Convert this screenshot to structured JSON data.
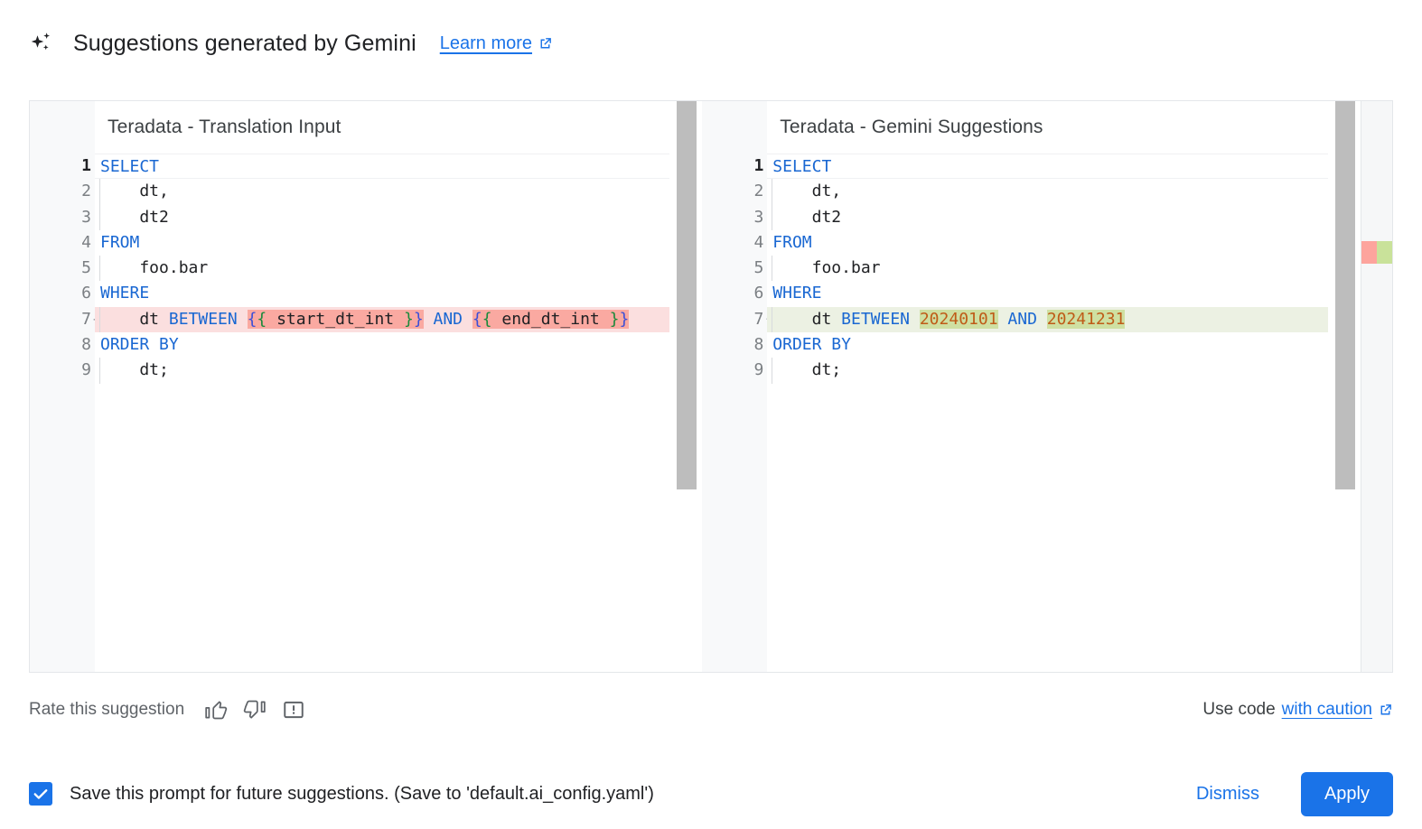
{
  "header": {
    "icon": "sparkle-icon",
    "title": "Suggestions generated by Gemini",
    "learn_more": "Learn more",
    "learn_more_icon": "external-link-icon"
  },
  "diff": {
    "left": {
      "title": "Teradata - Translation Input",
      "lines": [
        {
          "n": "1",
          "marker": "",
          "state": "normal",
          "tokens": [
            {
              "t": "SELECT",
              "c": "kw"
            }
          ]
        },
        {
          "n": "2",
          "marker": "",
          "state": "normal",
          "tokens": [
            {
              "t": "    dt,",
              "c": "plain"
            }
          ]
        },
        {
          "n": "3",
          "marker": "",
          "state": "normal",
          "tokens": [
            {
              "t": "    dt2",
              "c": "plain"
            }
          ]
        },
        {
          "n": "4",
          "marker": "",
          "state": "normal",
          "tokens": [
            {
              "t": "FROM",
              "c": "kw"
            }
          ]
        },
        {
          "n": "5",
          "marker": "",
          "state": "normal",
          "tokens": [
            {
              "t": "    foo.bar",
              "c": "plain"
            }
          ]
        },
        {
          "n": "6",
          "marker": "",
          "state": "normal",
          "tokens": [
            {
              "t": "WHERE",
              "c": "kw"
            }
          ]
        },
        {
          "n": "7",
          "marker": "–",
          "state": "del",
          "tokens": [
            {
              "t": "    dt ",
              "c": "plain"
            },
            {
              "t": "BETWEEN",
              "c": "kw"
            },
            {
              "t": " ",
              "c": "plain"
            },
            {
              "t": "{",
              "c": "brk1",
              "seg": "del"
            },
            {
              "t": "{",
              "c": "brk2",
              "seg": "del"
            },
            {
              "t": " start_dt_int ",
              "c": "plain",
              "seg": "del"
            },
            {
              "t": "}",
              "c": "brk2",
              "seg": "del"
            },
            {
              "t": "}",
              "c": "brk1",
              "seg": "del"
            },
            {
              "t": " ",
              "c": "plain"
            },
            {
              "t": "AND",
              "c": "kw"
            },
            {
              "t": " ",
              "c": "plain"
            },
            {
              "t": "{",
              "c": "brk1",
              "seg": "del"
            },
            {
              "t": "{",
              "c": "brk2",
              "seg": "del"
            },
            {
              "t": " end_dt_int ",
              "c": "plain",
              "seg": "del"
            },
            {
              "t": "}",
              "c": "brk2",
              "seg": "del"
            },
            {
              "t": "}",
              "c": "brk1",
              "seg": "del"
            }
          ]
        },
        {
          "n": "8",
          "marker": "",
          "state": "normal",
          "tokens": [
            {
              "t": "ORDER BY",
              "c": "kw"
            }
          ]
        },
        {
          "n": "9",
          "marker": "",
          "state": "normal",
          "tokens": [
            {
              "t": "    dt;",
              "c": "plain"
            }
          ]
        }
      ]
    },
    "right": {
      "title": "Teradata - Gemini Suggestions",
      "lines": [
        {
          "n": "1",
          "marker": "",
          "state": "normal",
          "tokens": [
            {
              "t": "SELECT",
              "c": "kw"
            }
          ]
        },
        {
          "n": "2",
          "marker": "",
          "state": "normal",
          "tokens": [
            {
              "t": "    dt,",
              "c": "plain"
            }
          ]
        },
        {
          "n": "3",
          "marker": "",
          "state": "normal",
          "tokens": [
            {
              "t": "    dt2",
              "c": "plain"
            }
          ]
        },
        {
          "n": "4",
          "marker": "",
          "state": "normal",
          "tokens": [
            {
              "t": "FROM",
              "c": "kw"
            }
          ]
        },
        {
          "n": "5",
          "marker": "",
          "state": "normal",
          "tokens": [
            {
              "t": "    foo.bar",
              "c": "plain"
            }
          ]
        },
        {
          "n": "6",
          "marker": "",
          "state": "normal",
          "tokens": [
            {
              "t": "WHERE",
              "c": "kw"
            }
          ]
        },
        {
          "n": "7",
          "marker": "+",
          "state": "add",
          "tokens": [
            {
              "t": "    dt ",
              "c": "plain"
            },
            {
              "t": "BETWEEN",
              "c": "kw"
            },
            {
              "t": " ",
              "c": "plain"
            },
            {
              "t": "20240101",
              "c": "num",
              "seg": "add"
            },
            {
              "t": " ",
              "c": "plain"
            },
            {
              "t": "AND",
              "c": "kw"
            },
            {
              "t": " ",
              "c": "plain"
            },
            {
              "t": "20241231",
              "c": "num",
              "seg": "add"
            }
          ]
        },
        {
          "n": "8",
          "marker": "",
          "state": "normal",
          "tokens": [
            {
              "t": "ORDER BY",
              "c": "kw"
            }
          ]
        },
        {
          "n": "9",
          "marker": "",
          "state": "normal",
          "tokens": [
            {
              "t": "    dt;",
              "c": "plain"
            }
          ]
        }
      ]
    }
  },
  "rate": {
    "label": "Rate this suggestion",
    "icons": [
      "thumb-up-icon",
      "thumb-down-icon",
      "report-icon"
    ],
    "caution_prefix": "Use code",
    "caution_link": "with caution",
    "caution_link_icon": "external-link-icon"
  },
  "footer": {
    "checkbox_checked": true,
    "checkbox_label": "Save this prompt for future suggestions. (Save to 'default.ai_config.yaml')",
    "dismiss_label": "Dismiss",
    "apply_label": "Apply"
  },
  "colors": {
    "accent_blue": "#1a73e8",
    "keyword_blue": "#1967d2",
    "number_orange": "#bf5b17",
    "diff_delete_line": "#fbdfdf",
    "diff_delete_segment": "#faa9a1",
    "diff_add_line": "#ecf1e3",
    "diff_add_segment": "#cfe0a2",
    "overview_delete": "#fda49d",
    "overview_add": "#c9e29a"
  }
}
